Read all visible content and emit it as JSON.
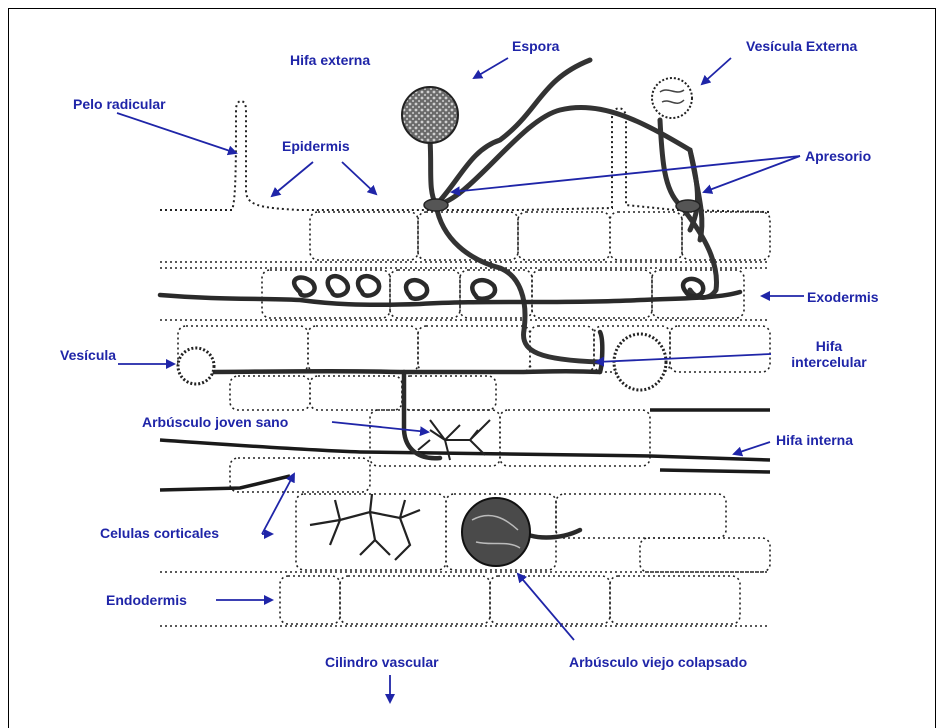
{
  "colors": {
    "label": "#1f25a8",
    "arrow": "#1f25a8",
    "ink": "#222222",
    "background": "#ffffff"
  },
  "labels": {
    "hifa_externa": "Hifa externa",
    "espora": "Espora",
    "vesicula_externa": "Vesícula Externa",
    "pelo_radicular": "Pelo radicular",
    "epidermis": "Epidermis",
    "apresorio": "Apresorio",
    "exodermis": "Exodermis",
    "vesicula": "Vesícula",
    "hifa_intercelular_1": "Hifa",
    "hifa_intercelular_2": "intercelular",
    "arbusculo_joven": "Arbúsculo joven sano",
    "hifa_interna": "Hifa interna",
    "celulas_corticales": "Celulas corticales",
    "endodermis": "Endodermis",
    "cilindro_vascular": "Cilindro vascular",
    "arbusculo_viejo": "Arbúsculo viejo colapsado"
  }
}
